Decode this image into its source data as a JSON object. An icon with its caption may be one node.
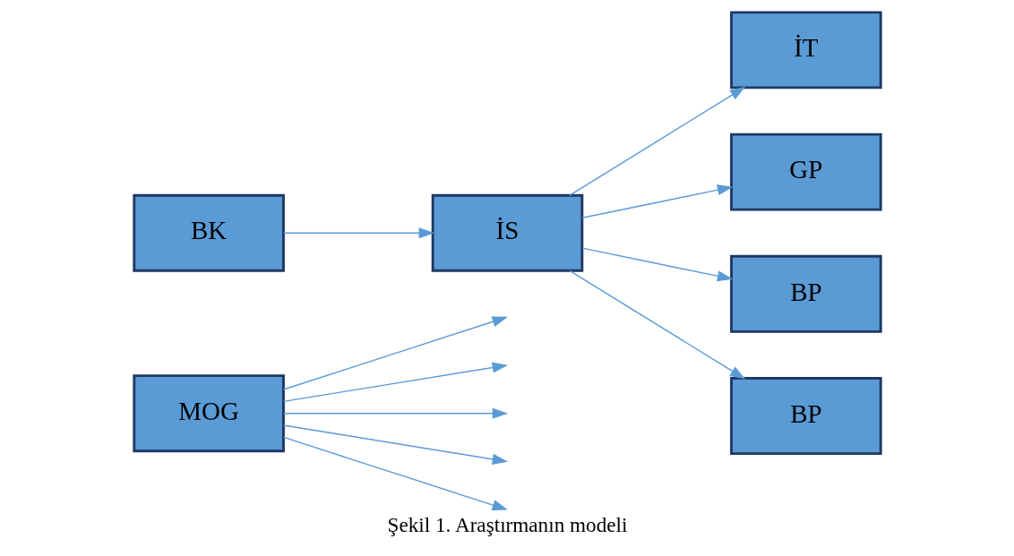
{
  "diagram": {
    "caption": "Şekil 1. Araştırmanın modeli",
    "nodes": [
      {
        "text": [
          "MOG"
        ]
      },
      {
        "text": [
          "BK"
        ]
      },
      {
        "text": [
          "İS"
        ]
      },
      {
        "text": [
          "İT"
        ]
      },
      {
        "text": [
          "GP"
        ]
      },
      {
        "text": [
          "BP"
        ]
      },
      {
        "text": [
          "BP"
        ]
      }
    ],
    "edges": [
      {
        "from": 1,
        "to": 2,
        "arrow": "to"
      },
      {
        "from": 2,
        "to": 3,
        "arrow": "to"
      },
      {
        "from": 2,
        "to": 4,
        "arrow": "to"
      },
      {
        "from": 2,
        "to": 5,
        "arrow": "to"
      },
      {
        "from": 2,
        "to": 6,
        "arrow": "to"
      },
      {
        "from": 0,
        "to": null,
        "arrow": "to"
      },
      {
        "from": 0,
        "to": null,
        "arrow": "to"
      },
      {
        "from": 0,
        "to": null,
        "arrow": "to"
      },
      {
        "from": 0,
        "to": null,
        "arrow": "to"
      },
      {
        "from": 0,
        "to": null,
        "arrow": "to"
      }
    ]
  }
}
